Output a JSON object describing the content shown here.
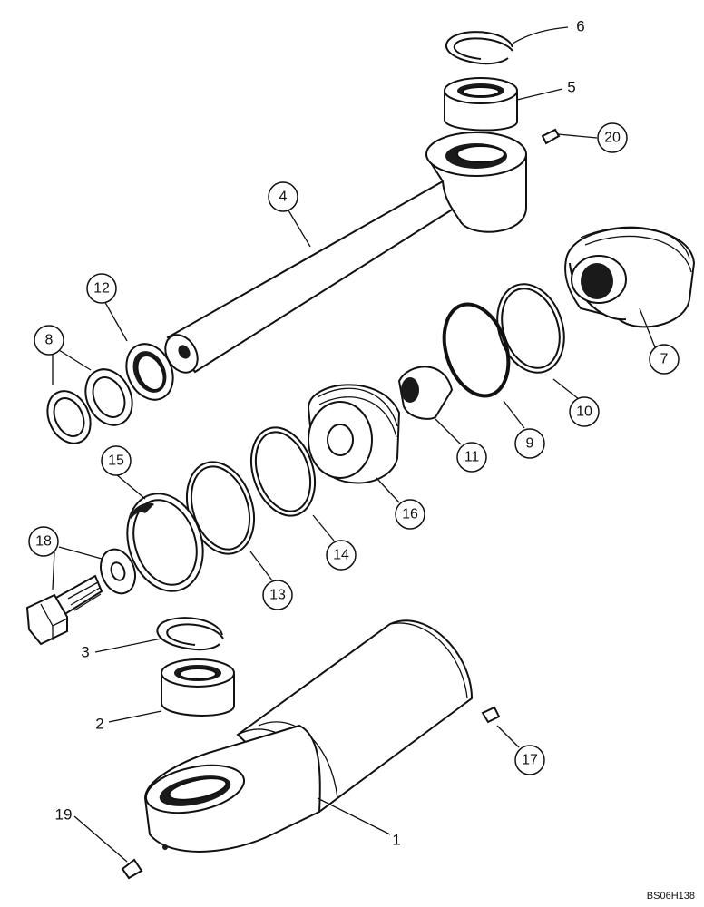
{
  "diagram": {
    "reference_code": "BS06H138",
    "callouts": [
      {
        "id": "1",
        "text": "1"
      },
      {
        "id": "2",
        "text": "2"
      },
      {
        "id": "3",
        "text": "3"
      },
      {
        "id": "4",
        "text": "4"
      },
      {
        "id": "5",
        "text": "5"
      },
      {
        "id": "6",
        "text": "6"
      },
      {
        "id": "7",
        "text": "7"
      },
      {
        "id": "8",
        "text": "8"
      },
      {
        "id": "9",
        "text": "9"
      },
      {
        "id": "10",
        "text": "10"
      },
      {
        "id": "11",
        "text": "11"
      },
      {
        "id": "12",
        "text": "12"
      },
      {
        "id": "13",
        "text": "13"
      },
      {
        "id": "14",
        "text": "14"
      },
      {
        "id": "15",
        "text": "15"
      },
      {
        "id": "16",
        "text": "16"
      },
      {
        "id": "17",
        "text": "17"
      },
      {
        "id": "18",
        "text": "18"
      },
      {
        "id": "19",
        "text": "19"
      },
      {
        "id": "20",
        "text": "20"
      }
    ]
  }
}
